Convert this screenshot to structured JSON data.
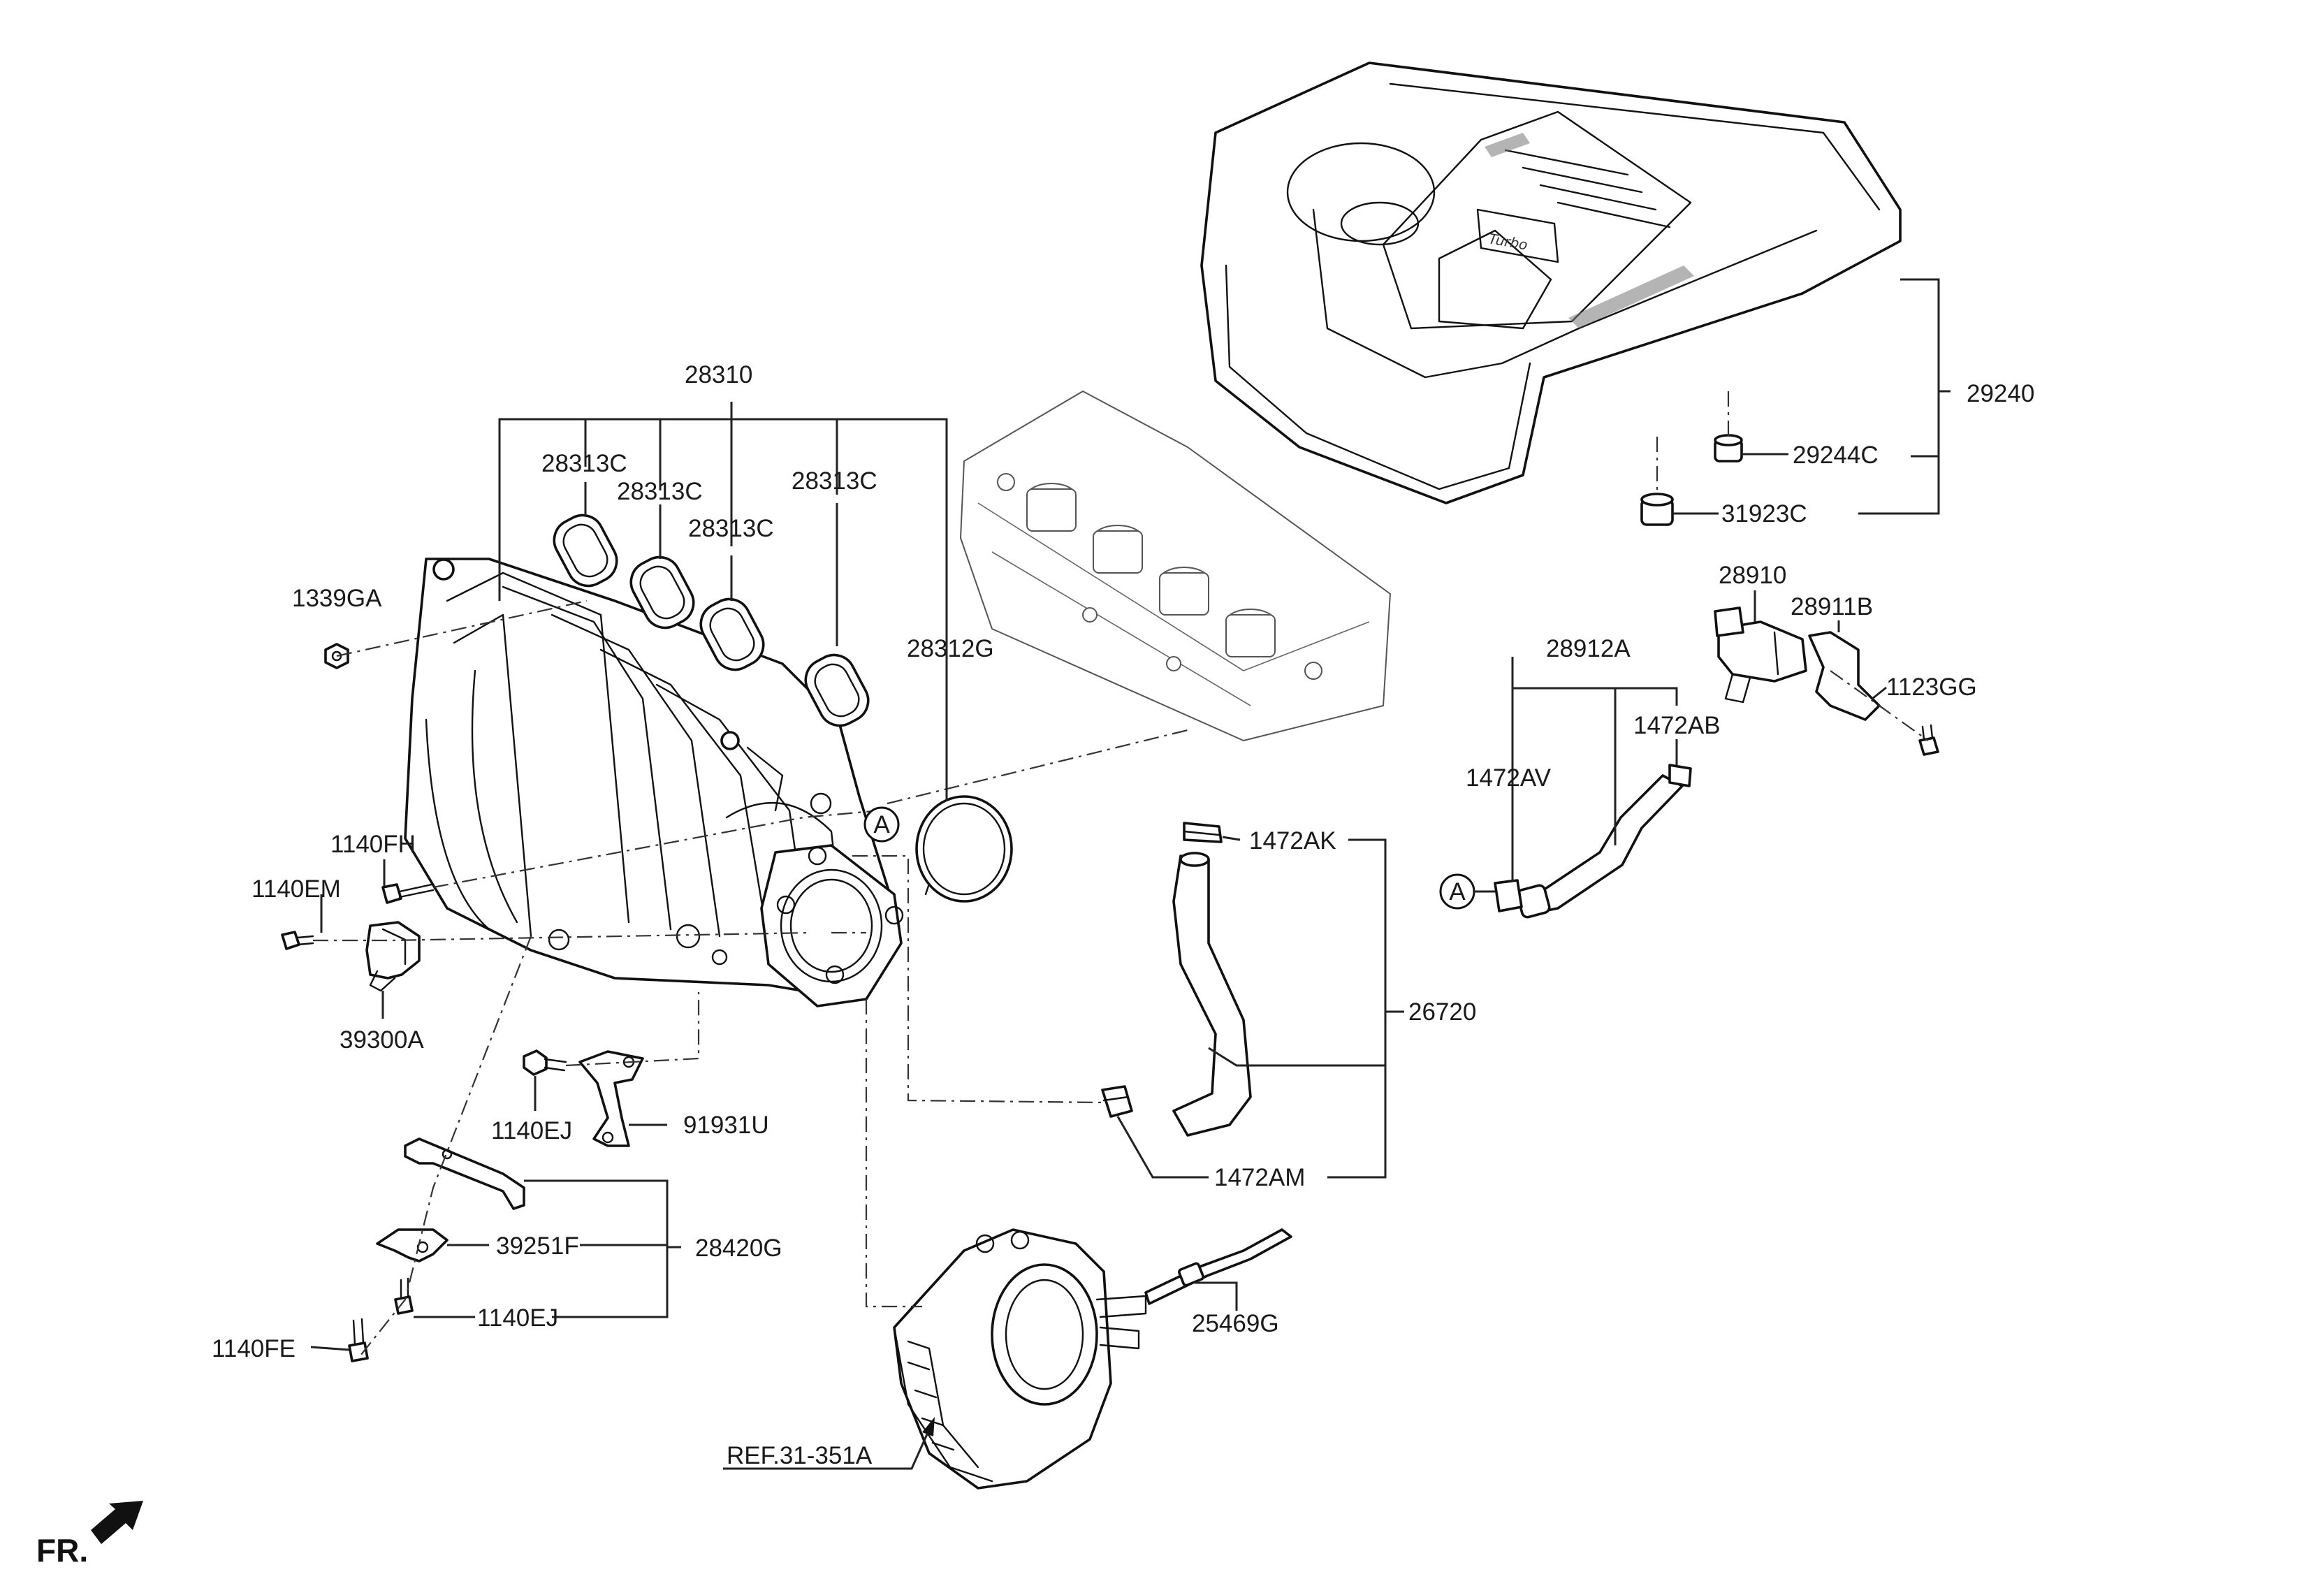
{
  "diagram": {
    "parts": {
      "p28310": "28310",
      "p28313C_a": "28313C",
      "p28313C_b": "28313C",
      "p28313C_c": "28313C",
      "p28313C_d": "28313C",
      "p28312G": "28312G",
      "p1339GA": "1339GA",
      "p1140FH": "1140FH",
      "p1140EM": "1140EM",
      "p39300A": "39300A",
      "p1140EJ_a": "1140EJ",
      "p91931U": "91931U",
      "p39251F": "39251F",
      "p28420G": "28420G",
      "p1140EJ_b": "1140EJ",
      "p1140FE": "1140FE",
      "pREF": "REF.31-351A",
      "p25469G": "25469G",
      "p1472AK": "1472AK",
      "p26720": "26720",
      "p1472AM": "1472AM",
      "p28912A": "28912A",
      "p1472AV": "1472AV",
      "p1472AB": "1472AB",
      "p28910": "28910",
      "p28911B": "28911B",
      "p1123GG": "1123GG",
      "p29240": "29240",
      "p29244C": "29244C",
      "p31923C": "31923C"
    },
    "refs": {
      "ref_a1": "A",
      "ref_a2": "A"
    },
    "orientation": "FR.",
    "cover_logo": "Turbo"
  }
}
